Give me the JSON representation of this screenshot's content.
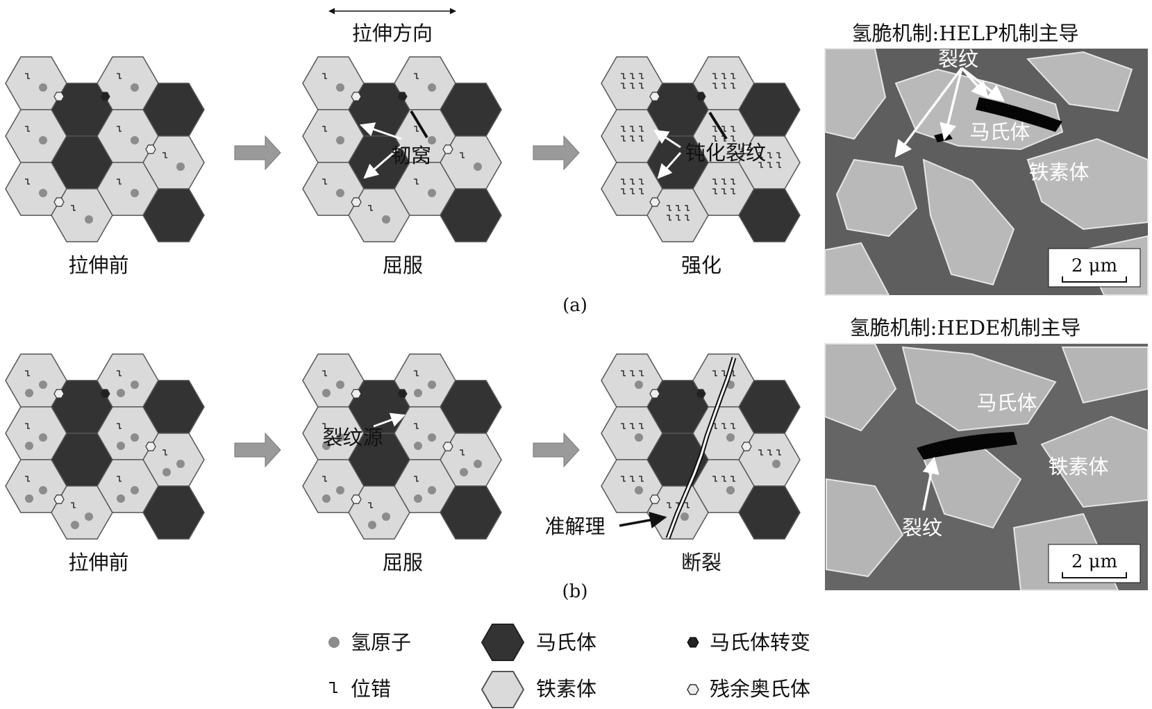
{
  "direction_label": "拉伸方向",
  "row_a": {
    "label": "(a)",
    "stages": [
      "拉伸前",
      "屈服",
      "强化"
    ],
    "annotations": {
      "dimple": "韧窝",
      "blunt_crack": "钝化裂纹"
    },
    "micrograph": {
      "title": "氢脆机制:HELP机制主导",
      "labels": {
        "crack": "裂纹",
        "martensite": "马氏体",
        "ferrite": "铁素体"
      },
      "scale": "2 μm"
    }
  },
  "row_b": {
    "label": "(b)",
    "stages": [
      "拉伸前",
      "屈服",
      "断裂"
    ],
    "annotations": {
      "crack_source": "裂纹源",
      "quasi_cleavage": "准解理"
    },
    "micrograph": {
      "title": "氢脆机制:HEDE机制主导",
      "labels": {
        "crack": "裂纹",
        "martensite": "马氏体",
        "ferrite": "铁素体"
      },
      "scale": "2 μm"
    }
  },
  "legend": {
    "hydrogen_atom": "氢原子",
    "martensite": "马氏体",
    "martensite_transform": "马氏体转变",
    "dislocation": "位错",
    "ferrite": "铁素体",
    "retained_austenite": "残余奥氏体"
  },
  "colors": {
    "martensite": "#333333",
    "ferrite": "#dadada",
    "hydrogen": "#8c8c8c",
    "arrow": "#9a9a9a"
  }
}
